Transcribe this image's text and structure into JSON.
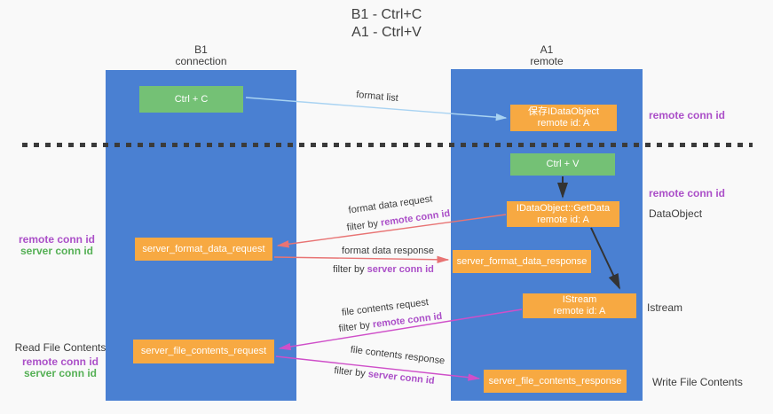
{
  "title": {
    "line1": "B1 - Ctrl+C",
    "line2": "A1 - Ctrl+V"
  },
  "columns": {
    "left": {
      "name": "B1",
      "role": "connection"
    },
    "right": {
      "name": "A1",
      "role": "remote"
    }
  },
  "boxes": {
    "ctrl_c": {
      "label": "Ctrl + C"
    },
    "save_idataobject": {
      "line1": "保存IDataObject",
      "line2": "remote id: A"
    },
    "ctrl_v": {
      "label": "Ctrl + V"
    },
    "getdata": {
      "line1": "IDataObject::GetData",
      "line2": "remote id: A"
    },
    "server_format_data_request": {
      "label": "server_format_data_request"
    },
    "server_format_data_response": {
      "label": "server_format_data_response"
    },
    "istream": {
      "line1": "IStream",
      "line2": "remote id: A"
    },
    "server_file_contents_request": {
      "label": "server_file_contents_request"
    },
    "server_file_contents_response": {
      "label": "server_file_contents_response"
    }
  },
  "side_labels": {
    "remote_conn_id_top": "remote conn id",
    "remote_conn_id_mid": "remote conn id",
    "dataobject": "DataObject",
    "istream": "Istream",
    "write_file_contents": "Write File Contents",
    "read_file_contents": "Read File Contents",
    "left_remote_conn_id": "remote conn id",
    "left_server_conn_id": "server conn id",
    "left_remote_conn_id2": "remote conn id",
    "left_server_conn_id2": "server conn id"
  },
  "flow_labels": {
    "format_list": "format list",
    "format_data_request": "format data request",
    "format_data_response": "format data response",
    "file_contents_request": "file contents request",
    "file_contents_response": "file contents response",
    "filter_by": "filter by ",
    "remote_conn_id": "remote conn id",
    "server_conn_id": "server conn id"
  },
  "colors": {
    "blue": "#4a80d2",
    "green": "#74c175",
    "orange": "#f7a942",
    "purple": "#ab4fc8",
    "green_label": "#55b055",
    "red_arrow": "#e87474",
    "magenta_arrow": "#cf4fc9",
    "blue_arrow": "#a9d3f2",
    "black_arrow": "#333333"
  }
}
